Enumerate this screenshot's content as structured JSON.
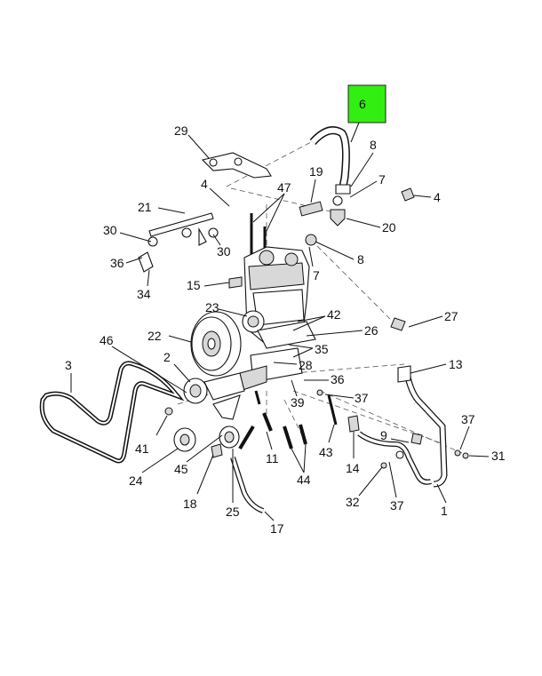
{
  "highlight": {
    "label": "6",
    "color": "#33ee11"
  },
  "callouts": [
    "29",
    "8",
    "7",
    "19",
    "4",
    "47",
    "4",
    "21",
    "20",
    "30",
    "30",
    "8",
    "36",
    "7",
    "34",
    "15",
    "23",
    "42",
    "27",
    "22",
    "26",
    "46",
    "35",
    "3",
    "2",
    "28",
    "13",
    "36",
    "37",
    "39",
    "37",
    "41",
    "9",
    "31",
    "43",
    "14",
    "11",
    "24",
    "45",
    "44",
    "18",
    "25",
    "32",
    "37",
    "1",
    "17"
  ]
}
